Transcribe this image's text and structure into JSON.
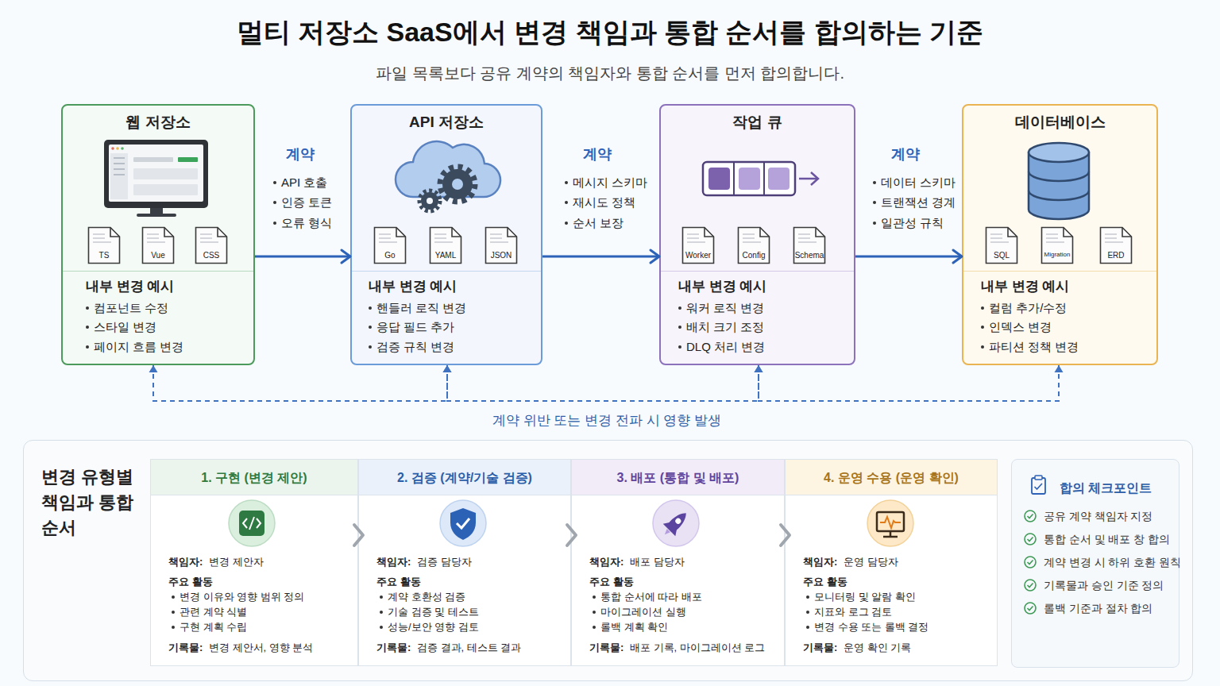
{
  "diagram": {
    "title": "멀티 저장소 SaaS에서 변경 책임과 통합 순서를 합의하는 기준",
    "caption": "파일 목록보다 공유 계약의 책임자와 통합 순서를 먼저 합의합니다.",
    "nodes": [
      {
        "text": [
          "웹 저장소",
          "내부 변경 예시",
          "컴포넌트 수정",
          "스타일 변경",
          "페이지 흐름 변경"
        ]
      },
      {
        "text": [
          "TS"
        ],
        "in": 0
      },
      {
        "text": [
          "Vue"
        ],
        "in": 0
      },
      {
        "text": [
          "CSS"
        ],
        "in": 0
      },
      {
        "text": [
          "API 저장소",
          "내부 변경 예시",
          "핸들러 로직 변경",
          "응답 필드 추가",
          "검증 규칙 변경"
        ]
      },
      {
        "text": [
          "Go"
        ],
        "in": 4
      },
      {
        "text": [
          "YAML"
        ],
        "in": 4
      },
      {
        "text": [
          "JSON"
        ],
        "in": 4
      },
      {
        "text": [
          "작업 큐",
          "내부 변경 예시",
          "워커 로직 변경",
          "배치 크기 조정",
          "DLQ 처리 변경"
        ]
      },
      {
        "text": [
          "Worker"
        ],
        "in": 8
      },
      {
        "text": [
          "Config"
        ],
        "in": 8
      },
      {
        "text": [
          "Schema"
        ],
        "in": 8
      },
      {
        "text": [
          "데이터베이스",
          "내부 변경 예시",
          "컬럼 추가/수정",
          "인덱스 변경",
          "파티션 정책 변경"
        ]
      },
      {
        "text": [
          "SQL"
        ],
        "in": 12
      },
      {
        "text": [
          "Migration"
        ],
        "in": 12
      },
      {
        "text": [
          "ERD"
        ],
        "in": 12
      },
      {
        "text": [
          "변경 유형별 책임과 통합 순서"
        ]
      },
      {
        "text": [
          "1. 구현 (변경 제안)",
          "책임자:",
          "변경 제안자",
          "주요 활동",
          "변경 이유와 영향 범위 정의",
          "관련 계약 식별",
          "구현 계획 수립",
          "기록물:",
          "변경 제안서, 영향 분석"
        ],
        "in": 16
      },
      {
        "text": [
          "2. 검증 (계약/기술 검증)",
          "책임자:",
          "검증 담당자",
          "주요 활동",
          "계약 호환성 검증",
          "기술 검증 및 테스트",
          "성능/보안 영향 검토",
          "기록물:",
          "검증 결과, 테스트 결과"
        ],
        "in": 16
      },
      {
        "text": [
          "3. 배포 (통합 및 배포)",
          "책임자:",
          "배포 담당자",
          "주요 활동",
          "통합 순서에 따라 배포",
          "마이그레이션 실행",
          "롤백 계획 확인",
          "기록물:",
          "배포 기록, 마이그레이션 로그"
        ],
        "in": 16
      },
      {
        "text": [
          "4. 운영 수용 (운영 확인)",
          "책임자:",
          "운영 담당자",
          "주요 활동",
          "모니터링 및 알람 확인",
          "지표와 로그 검토",
          "변경 수용 또는 롤백 결정",
          "기록물:",
          "운영 확인 기록"
        ],
        "in": 16
      },
      {
        "text": [
          "합의 체크포인트",
          "공유 계약 책임자 지정",
          "통합 순서 및 배포 창 합의",
          "계약 변경 시 하위 호환 원칙",
          "기록물과 승인 기준 정의",
          "롤백 기준과 절차 합의"
        ],
        "in": 16
      }
    ],
    "edges": [
      {
        "from": 0,
        "to": 4,
        "label": "계약",
        "arrow": "to"
      },
      {
        "from": 4,
        "to": 8,
        "label": "계약",
        "arrow": "to"
      },
      {
        "from": 8,
        "to": 12,
        "label": "계약",
        "arrow": "to"
      },
      {
        "from": 0,
        "to": 4,
        "arrow": "both"
      },
      {
        "from": 4,
        "to": 8,
        "arrow": "both"
      },
      {
        "from": 8,
        "to": 12,
        "arrow": "both"
      },
      {
        "from": 17,
        "to": 18,
        "arrow": "to"
      },
      {
        "from": 18,
        "to": 19,
        "arrow": "to"
      },
      {
        "from": 19,
        "to": 20,
        "arrow": "to"
      }
    ],
    "labels": [
      "API 호출",
      "인증 토큰",
      "오류 형식",
      "메시지 스키마",
      "재시도 정책",
      "순서 보장",
      "데이터 스키마",
      "트랜잭션 경계",
      "일관성 규칙",
      "계약 위반 또는 변경 전파 시 영향 발생"
    ]
  }
}
